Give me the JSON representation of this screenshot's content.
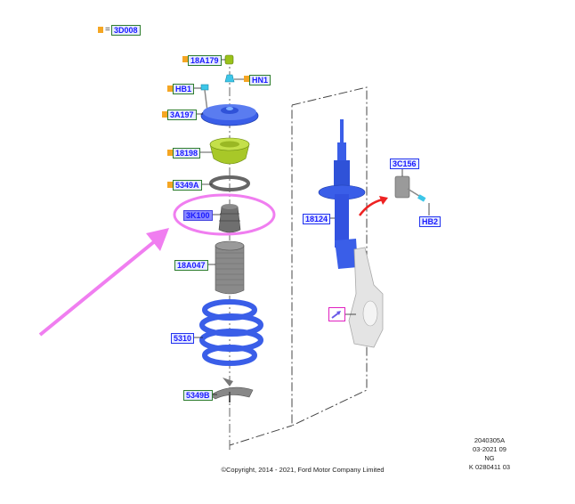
{
  "legend": {
    "symbol": "orange-square",
    "equals": "=",
    "code": "3D008"
  },
  "labels": {
    "l18A179": "18A179",
    "lHN1": "HN1",
    "lHB1": "HB1",
    "l3A197": "3A197",
    "l18198": "18198",
    "l5349A": "5349A",
    "l3K100": "3K100",
    "l18A047": "18A047",
    "l5310": "5310",
    "l5349B": "5349B",
    "l18124": "18124",
    "l3C156": "3C156",
    "lHB2": "HB2"
  },
  "annotations": {
    "highlight_target": "3K100",
    "highlight_color": "#f07ef0",
    "rotation_arrow_color": "#ee2222"
  },
  "colors": {
    "part_blue": "#3a5ee8",
    "part_green": "#b5d832",
    "part_grey": "#8a8a8a",
    "label_border_green": "#2e7d2e",
    "label_border_blue": "#2233ee",
    "orange_marker": "#f5a623"
  },
  "meta": {
    "line1": "2040305A",
    "line2": "03-2021 09",
    "line3": "NG",
    "line4": "K 0280411 03"
  },
  "copyright": "©Copyright, 2014 - 2021, Ford Motor Company Limited"
}
